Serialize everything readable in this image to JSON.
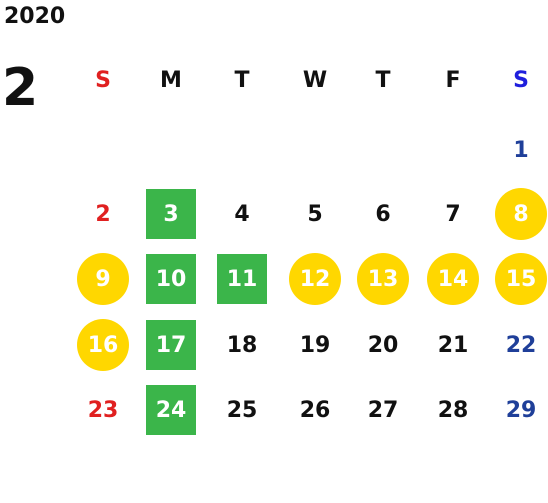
{
  "year": "2020",
  "month": "2",
  "colors": {
    "sunday": "#e02020",
    "saturday": "#1f3f99",
    "weekday": "#111111",
    "green_highlight": "#3bb54a",
    "yellow_highlight": "#ffd700",
    "highlight_text": "#ffffff"
  },
  "weekdays": [
    "S",
    "M",
    "T",
    "W",
    "T",
    "F",
    "S"
  ],
  "weeks": [
    [
      null,
      null,
      null,
      null,
      null,
      null,
      {
        "day": "1"
      }
    ],
    [
      {
        "day": "2"
      },
      {
        "day": "3",
        "highlight": "green"
      },
      {
        "day": "4"
      },
      {
        "day": "5"
      },
      {
        "day": "6"
      },
      {
        "day": "7"
      },
      {
        "day": "8",
        "highlight": "yellow"
      }
    ],
    [
      {
        "day": "9",
        "highlight": "yellow"
      },
      {
        "day": "10",
        "highlight": "green"
      },
      {
        "day": "11",
        "highlight": "green"
      },
      {
        "day": "12",
        "highlight": "yellow"
      },
      {
        "day": "13",
        "highlight": "yellow"
      },
      {
        "day": "14",
        "highlight": "yellow"
      },
      {
        "day": "15",
        "highlight": "yellow"
      }
    ],
    [
      {
        "day": "16",
        "highlight": "yellow"
      },
      {
        "day": "17",
        "highlight": "green"
      },
      {
        "day": "18"
      },
      {
        "day": "19"
      },
      {
        "day": "20"
      },
      {
        "day": "21"
      },
      {
        "day": "22"
      }
    ],
    [
      {
        "day": "23"
      },
      {
        "day": "24",
        "highlight": "green"
      },
      {
        "day": "25"
      },
      {
        "day": "26"
      },
      {
        "day": "27"
      },
      {
        "day": "28"
      },
      {
        "day": "29"
      }
    ]
  ]
}
